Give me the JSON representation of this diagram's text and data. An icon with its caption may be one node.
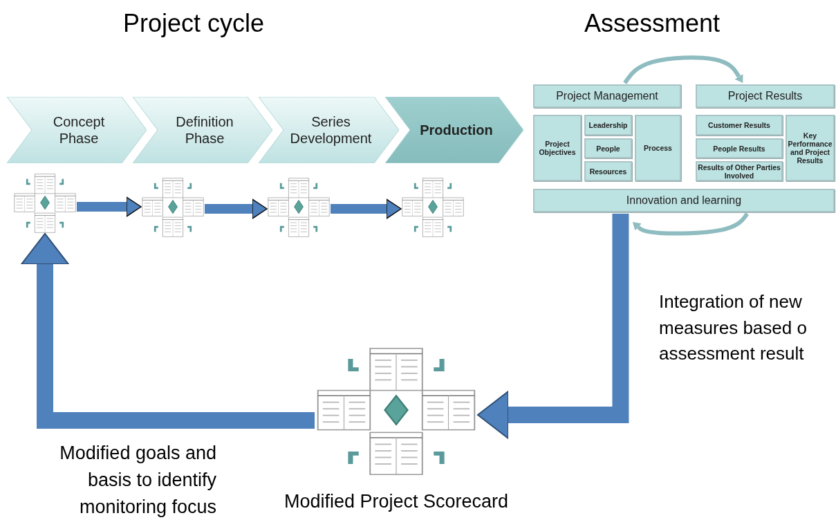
{
  "diagram": {
    "nodes": [
      {
        "text": [
          "Concept Phase"
        ]
      },
      {
        "text": [
          "Definition Phase"
        ]
      },
      {
        "text": [
          "Series Development"
        ]
      },
      {
        "text": [
          "Production"
        ]
      },
      {
        "text": [],
        "shape": "picture"
      },
      {
        "text": [],
        "shape": "picture"
      },
      {
        "text": [],
        "shape": "picture"
      },
      {
        "text": [],
        "shape": "picture"
      },
      {
        "text": [
          "Project Management"
        ]
      },
      {
        "text": [
          "Project Results"
        ]
      },
      {
        "text": [
          "Project Objectives"
        ]
      },
      {
        "text": [
          "Leadership"
        ]
      },
      {
        "text": [
          "People"
        ]
      },
      {
        "text": [
          "Resources"
        ]
      },
      {
        "text": [
          "Process"
        ]
      },
      {
        "text": [
          "Customer Results"
        ]
      },
      {
        "text": [
          "People Results"
        ]
      },
      {
        "text": [
          "Results of Other Parties Involved"
        ]
      },
      {
        "text": [
          "Key Performance and Project Results"
        ]
      },
      {
        "text": [
          "Innovation and learning"
        ]
      },
      {
        "text": [],
        "shape": "picture",
        "beside": [
          "Modified Project Scorecard"
        ]
      }
    ],
    "edges": [
      {
        "from": 4,
        "to": 5,
        "arrow": "to"
      },
      {
        "from": 5,
        "to": 6,
        "arrow": "to"
      },
      {
        "from": 6,
        "to": 7,
        "arrow": "to"
      },
      {
        "from": 8,
        "to": 9,
        "arrow": "to",
        "color": "#8fbcc0"
      },
      {
        "from": 19,
        "to": 19,
        "arrow": "to",
        "color": "#8fbcc0"
      },
      {
        "from": 19,
        "to": 20,
        "arrow": "to"
      },
      {
        "from": 20,
        "to": 4,
        "arrow": "to"
      }
    ],
    "labels": [
      "Project cycle",
      "Assessment",
      "Integration of new measures based o assessment result",
      "Modified goals and basis to identify monitoring focus"
    ]
  }
}
